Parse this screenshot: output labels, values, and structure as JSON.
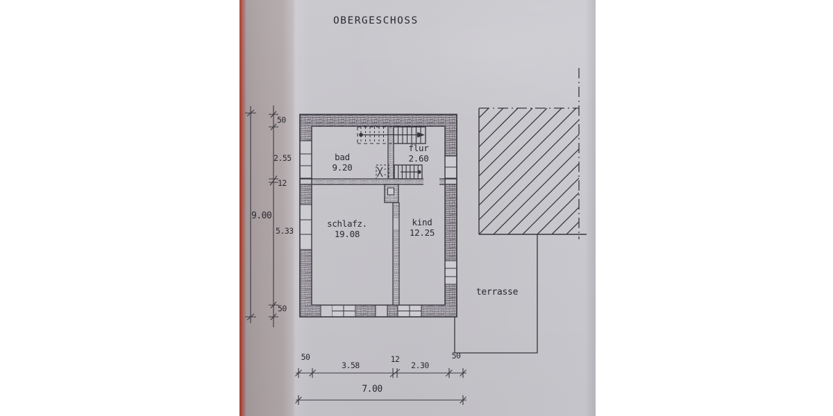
{
  "title": "OBERGESCHOSS",
  "rooms": {
    "bad": {
      "name": "bad",
      "area": "9.20"
    },
    "flur": {
      "name": "flur",
      "area": "2.60"
    },
    "schlafz": {
      "name": "schlafz.",
      "area": "19.08"
    },
    "kind": {
      "name": "kind",
      "area": "12.25"
    },
    "terrasse": {
      "name": "terrasse"
    }
  },
  "dims": {
    "left": {
      "total": "9.00",
      "segments": [
        "50",
        "2.55",
        "12",
        "5.33",
        "50"
      ]
    },
    "bottom": {
      "total": "7.00",
      "segments": [
        "50",
        "3.58",
        "12",
        "2.30",
        "50"
      ]
    }
  },
  "colors": {
    "paper": "#c6c5ca",
    "ink": "#35343b",
    "pencil": "#4e4a54"
  }
}
